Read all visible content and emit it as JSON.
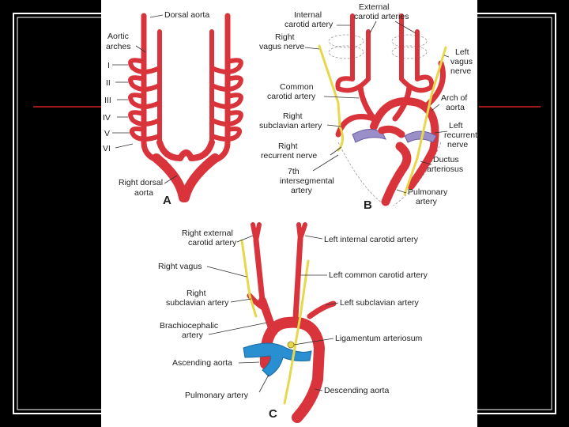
{
  "panelA": {
    "letter": "A",
    "dorsal_aorta": "Dorsal aorta",
    "aortic_arches_1": "Aortic",
    "aortic_arches_2": "arches",
    "arch_I": "I",
    "arch_II": "II",
    "arch_III": "III",
    "arch_IV": "IV",
    "arch_V": "V",
    "arch_VI": "VI",
    "right_dorsal_1": "Right dorsal",
    "right_dorsal_2": "aorta"
  },
  "panelB": {
    "letter": "B",
    "internal_carotid_1": "Internal",
    "internal_carotid_2": "carotid artery",
    "external_carotid_1": "External",
    "external_carotid_2": "carotid arteries",
    "right_vagus_1": "Right",
    "right_vagus_2": "vagus nerve",
    "left_vagus_1": "Left",
    "left_vagus_2": "vagus",
    "left_vagus_3": "nerve",
    "common_carotid_1": "Common",
    "common_carotid_2": "carotid artery",
    "arch_aorta_1": "Arch of",
    "arch_aorta_2": "aorta",
    "right_subclavian_1": "Right",
    "right_subclavian_2": "subclavian artery",
    "left_recurrent_1": "Left",
    "left_recurrent_2": "recurrent",
    "left_recurrent_3": "nerve",
    "right_recurrent_1": "Right",
    "right_recurrent_2": "recurrent nerve",
    "ductus_1": "Ductus",
    "ductus_2": "arteriosus",
    "intersegmental_1": "7th",
    "intersegmental_2": "intersegmental",
    "intersegmental_3": "artery",
    "pulmonary_1": "Pulmonary",
    "pulmonary_2": "artery"
  },
  "panelC": {
    "letter": "C",
    "right_external_1": "Right external",
    "right_external_2": "carotid artery",
    "left_internal": "Left internal carotid artery",
    "right_vagus": "Right vagus",
    "left_common": "Left common carotid artery",
    "right_subclavian_1": "Right",
    "right_subclavian_2": "subclavian artery",
    "left_subclavian": "Left subclavian artery",
    "brachio_1": "Brachiocephalic",
    "brachio_2": "artery",
    "ligamentum": "Ligamentum arteriosum",
    "ascending": "Ascending aorta",
    "pulmonary": "Pulmonary artery",
    "descending": "Descending aorta"
  },
  "colors": {
    "artery": "#d9343b",
    "nerve": "#e6d84a",
    "pulmonary": "#2a8fd0",
    "frame_line": "#a01818"
  }
}
